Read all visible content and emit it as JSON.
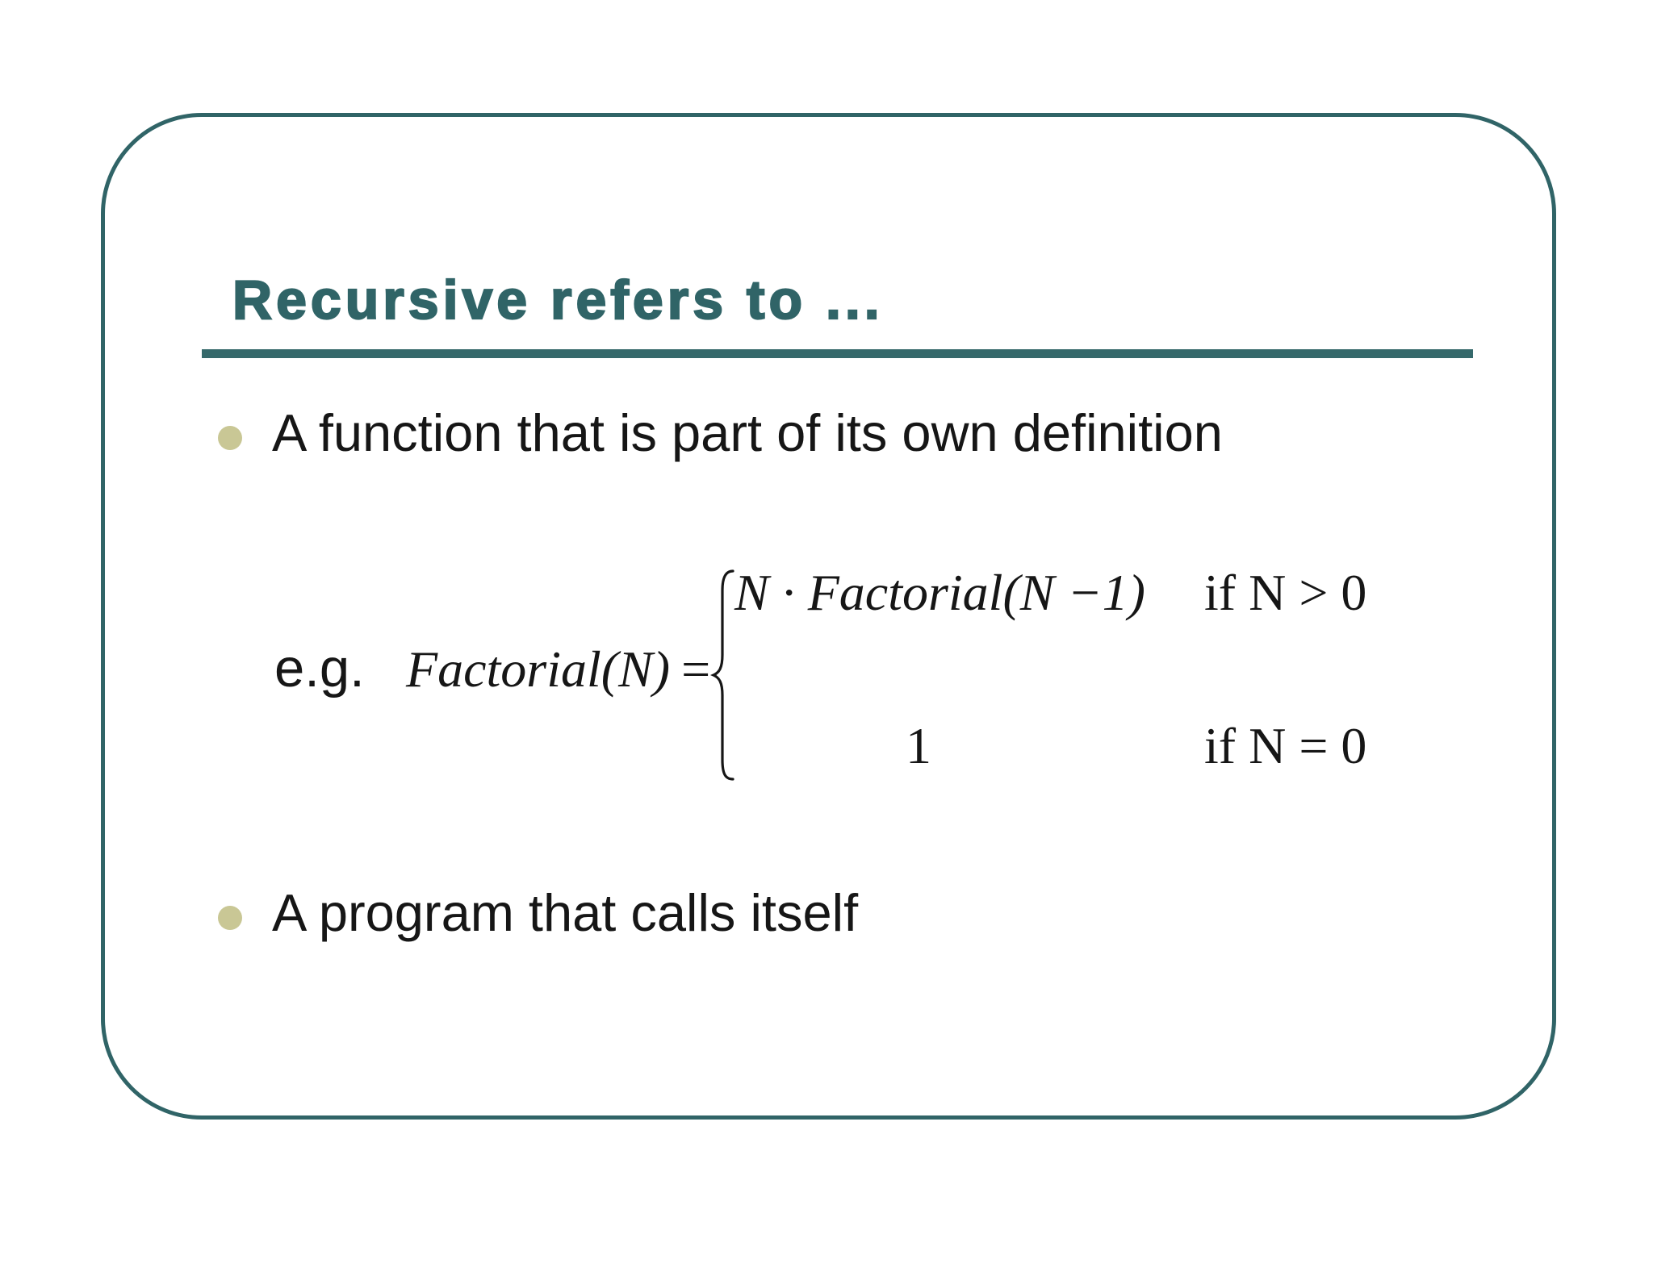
{
  "slide": {
    "title": "Recursive refers to ...",
    "bullets": [
      {
        "label": "A function that is part of its own definition"
      },
      {
        "label": "A program that calls itself"
      }
    ],
    "formula": {
      "example_label": "e.g.",
      "lhs": "Factorial(N)",
      "equals": "=",
      "cases": [
        {
          "expr": "N · Factorial(N −1)",
          "condition": "if N > 0"
        },
        {
          "expr": "1",
          "condition": "if N = 0"
        }
      ]
    },
    "colors": {
      "accent_teal": "#306467",
      "bullet_olive": "#C9C795",
      "text": "#161616"
    }
  }
}
